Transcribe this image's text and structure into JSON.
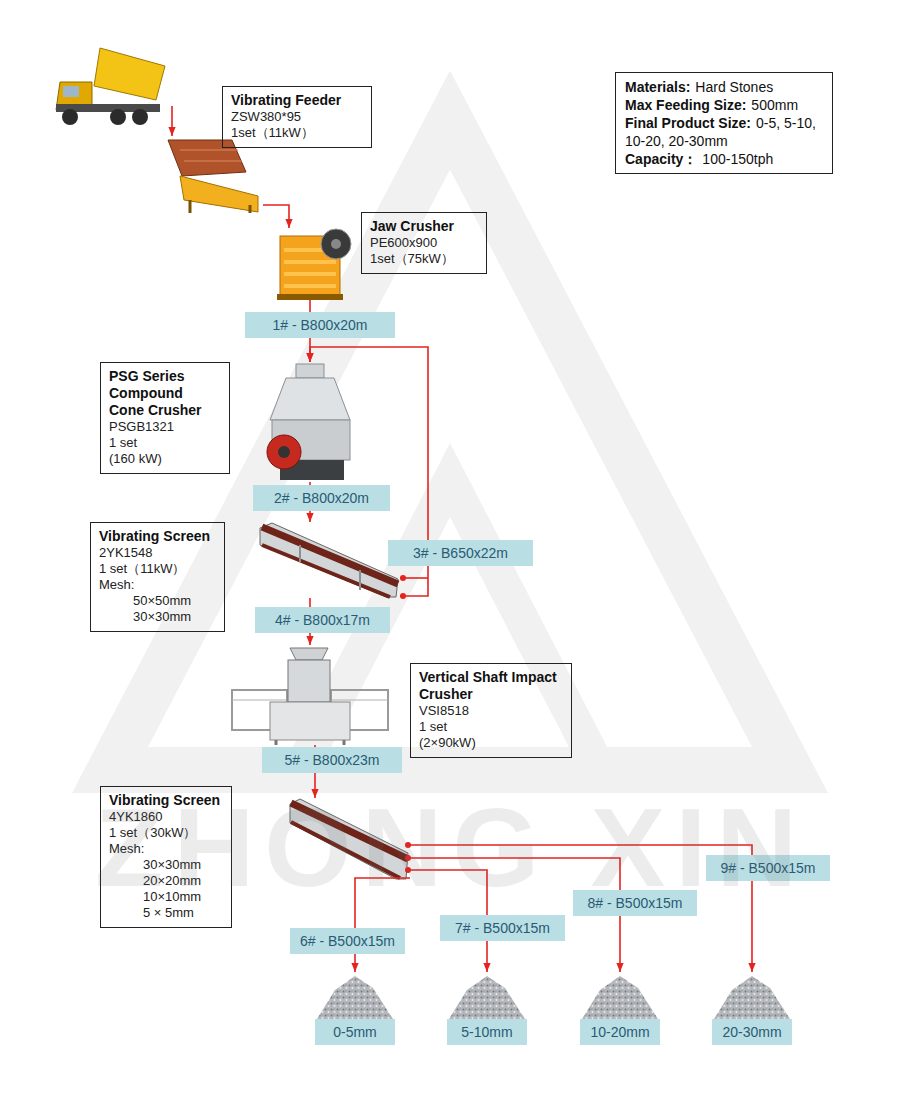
{
  "diagram": {
    "nodes": [
      {
        "text": [
          "Materials:",
          "Hard Stones",
          "Max Feeding Size:",
          "500mm",
          "Final Product Size:",
          "0-5, 5-10, 10-20, 20-30mm",
          "Capacity：",
          "100-150tph"
        ]
      },
      {
        "text": [
          "Vibrating Feeder",
          "ZSW380*95",
          "1set（11kW）"
        ]
      },
      {
        "text": [
          "Jaw Crusher",
          "PE600x900",
          "1set（75kW）"
        ]
      },
      {
        "text": [
          "PSG Series Compound Cone Crusher",
          "PSGB1321",
          "1 set",
          "(160 kW)"
        ]
      },
      {
        "text": [
          "Vibrating Screen",
          "2YK1548",
          "1 set（11kW）",
          "Mesh:",
          "50×50mm",
          "30×30mm"
        ]
      },
      {
        "text": [
          "Vertical Shaft Impact Crusher",
          "VSI8518",
          "1 set",
          "(2×90kW)"
        ]
      },
      {
        "text": [
          "Vibrating Screen",
          "4YK1860",
          "1 set（30kW）",
          "Mesh:",
          "30×30mm",
          "20×20mm",
          "10×10mm",
          "5 × 5mm"
        ]
      },
      {
        "text": [
          "0-5mm"
        ]
      },
      {
        "text": [
          "5-10mm"
        ]
      },
      {
        "text": [
          "10-20mm"
        ]
      },
      {
        "text": [
          "20-30mm"
        ]
      }
    ],
    "edges": [
      {
        "from": 1,
        "to": 2,
        "arrow": "to"
      },
      {
        "from": 2,
        "to": 3,
        "label": "1# - B800x20m",
        "arrow": "to"
      },
      {
        "from": 3,
        "to": 4,
        "label": "2# - B800x20m",
        "arrow": "to"
      },
      {
        "from": 4,
        "to": 3,
        "label": "3# - B650x22m",
        "arrow": "to"
      },
      {
        "from": 4,
        "to": 5,
        "label": "4# - B800x17m",
        "arrow": "to"
      },
      {
        "from": 5,
        "to": 6,
        "label": "5# - B800x23m",
        "arrow": "to"
      },
      {
        "from": 6,
        "to": 7,
        "label": "6# - B500x15m",
        "arrow": "to"
      },
      {
        "from": 6,
        "to": 8,
        "label": "7# - B500x15m",
        "arrow": "to"
      },
      {
        "from": 6,
        "to": 9,
        "label": "8# - B500x15m",
        "arrow": "to"
      },
      {
        "from": 6,
        "to": 10,
        "label": "9# - B500x15m",
        "arrow": "to"
      }
    ],
    "labels": [
      "ZHONG XIN"
    ]
  }
}
